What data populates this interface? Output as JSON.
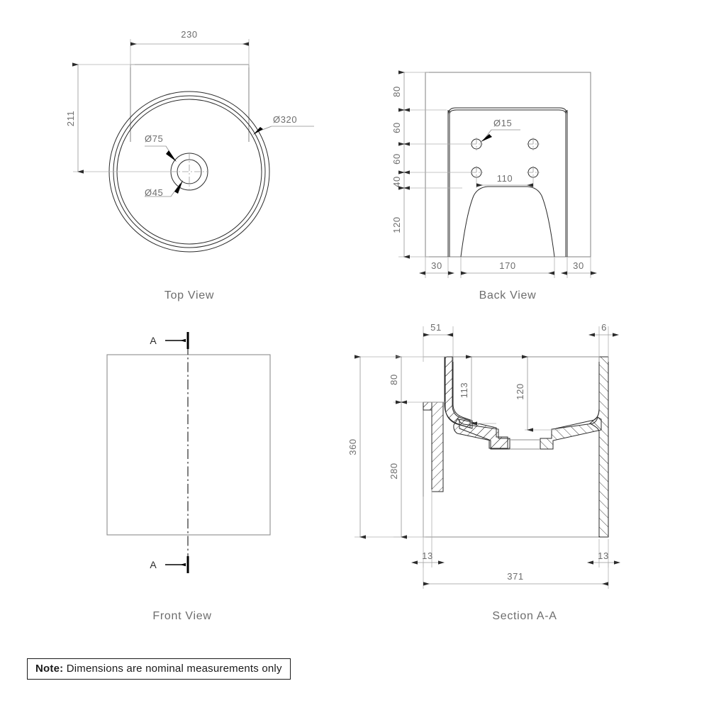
{
  "drawing": {
    "note": {
      "key": "Note:",
      "text": "Dimensions are nominal measurements only"
    }
  },
  "views": {
    "top": {
      "label": "Top View",
      "dims": {
        "width": "230",
        "depth": "211",
        "outer_dia": "Ø320",
        "boss_dia": "Ø75",
        "bore_dia": "Ø45"
      }
    },
    "back": {
      "label": "Back View",
      "dims": {
        "v1": "80",
        "v2": "60",
        "v3": "60",
        "v4": "40",
        "v5": "120",
        "h_left": "30",
        "h_mid": "170",
        "h_right": "30",
        "hole_spacing": "110",
        "hole_dia": "Ø15"
      }
    },
    "front": {
      "label": "Front View",
      "section_mark_top": "A",
      "section_mark_bottom": "A"
    },
    "section": {
      "label": "Section A-A",
      "dims": {
        "flange_offset": "51",
        "rim_thickness": "6",
        "upper_height": "80",
        "inner_depth_left": "113",
        "inner_depth_right": "120",
        "total_height": "360",
        "lower_height": "280",
        "wall_left": "13",
        "wall_right": "13",
        "overall_width": "371"
      }
    }
  },
  "colors": {
    "line": "#2b2b2b",
    "dim": "#9a9a9a",
    "light": "#8d8d8d",
    "text": "#6d6d6d"
  }
}
